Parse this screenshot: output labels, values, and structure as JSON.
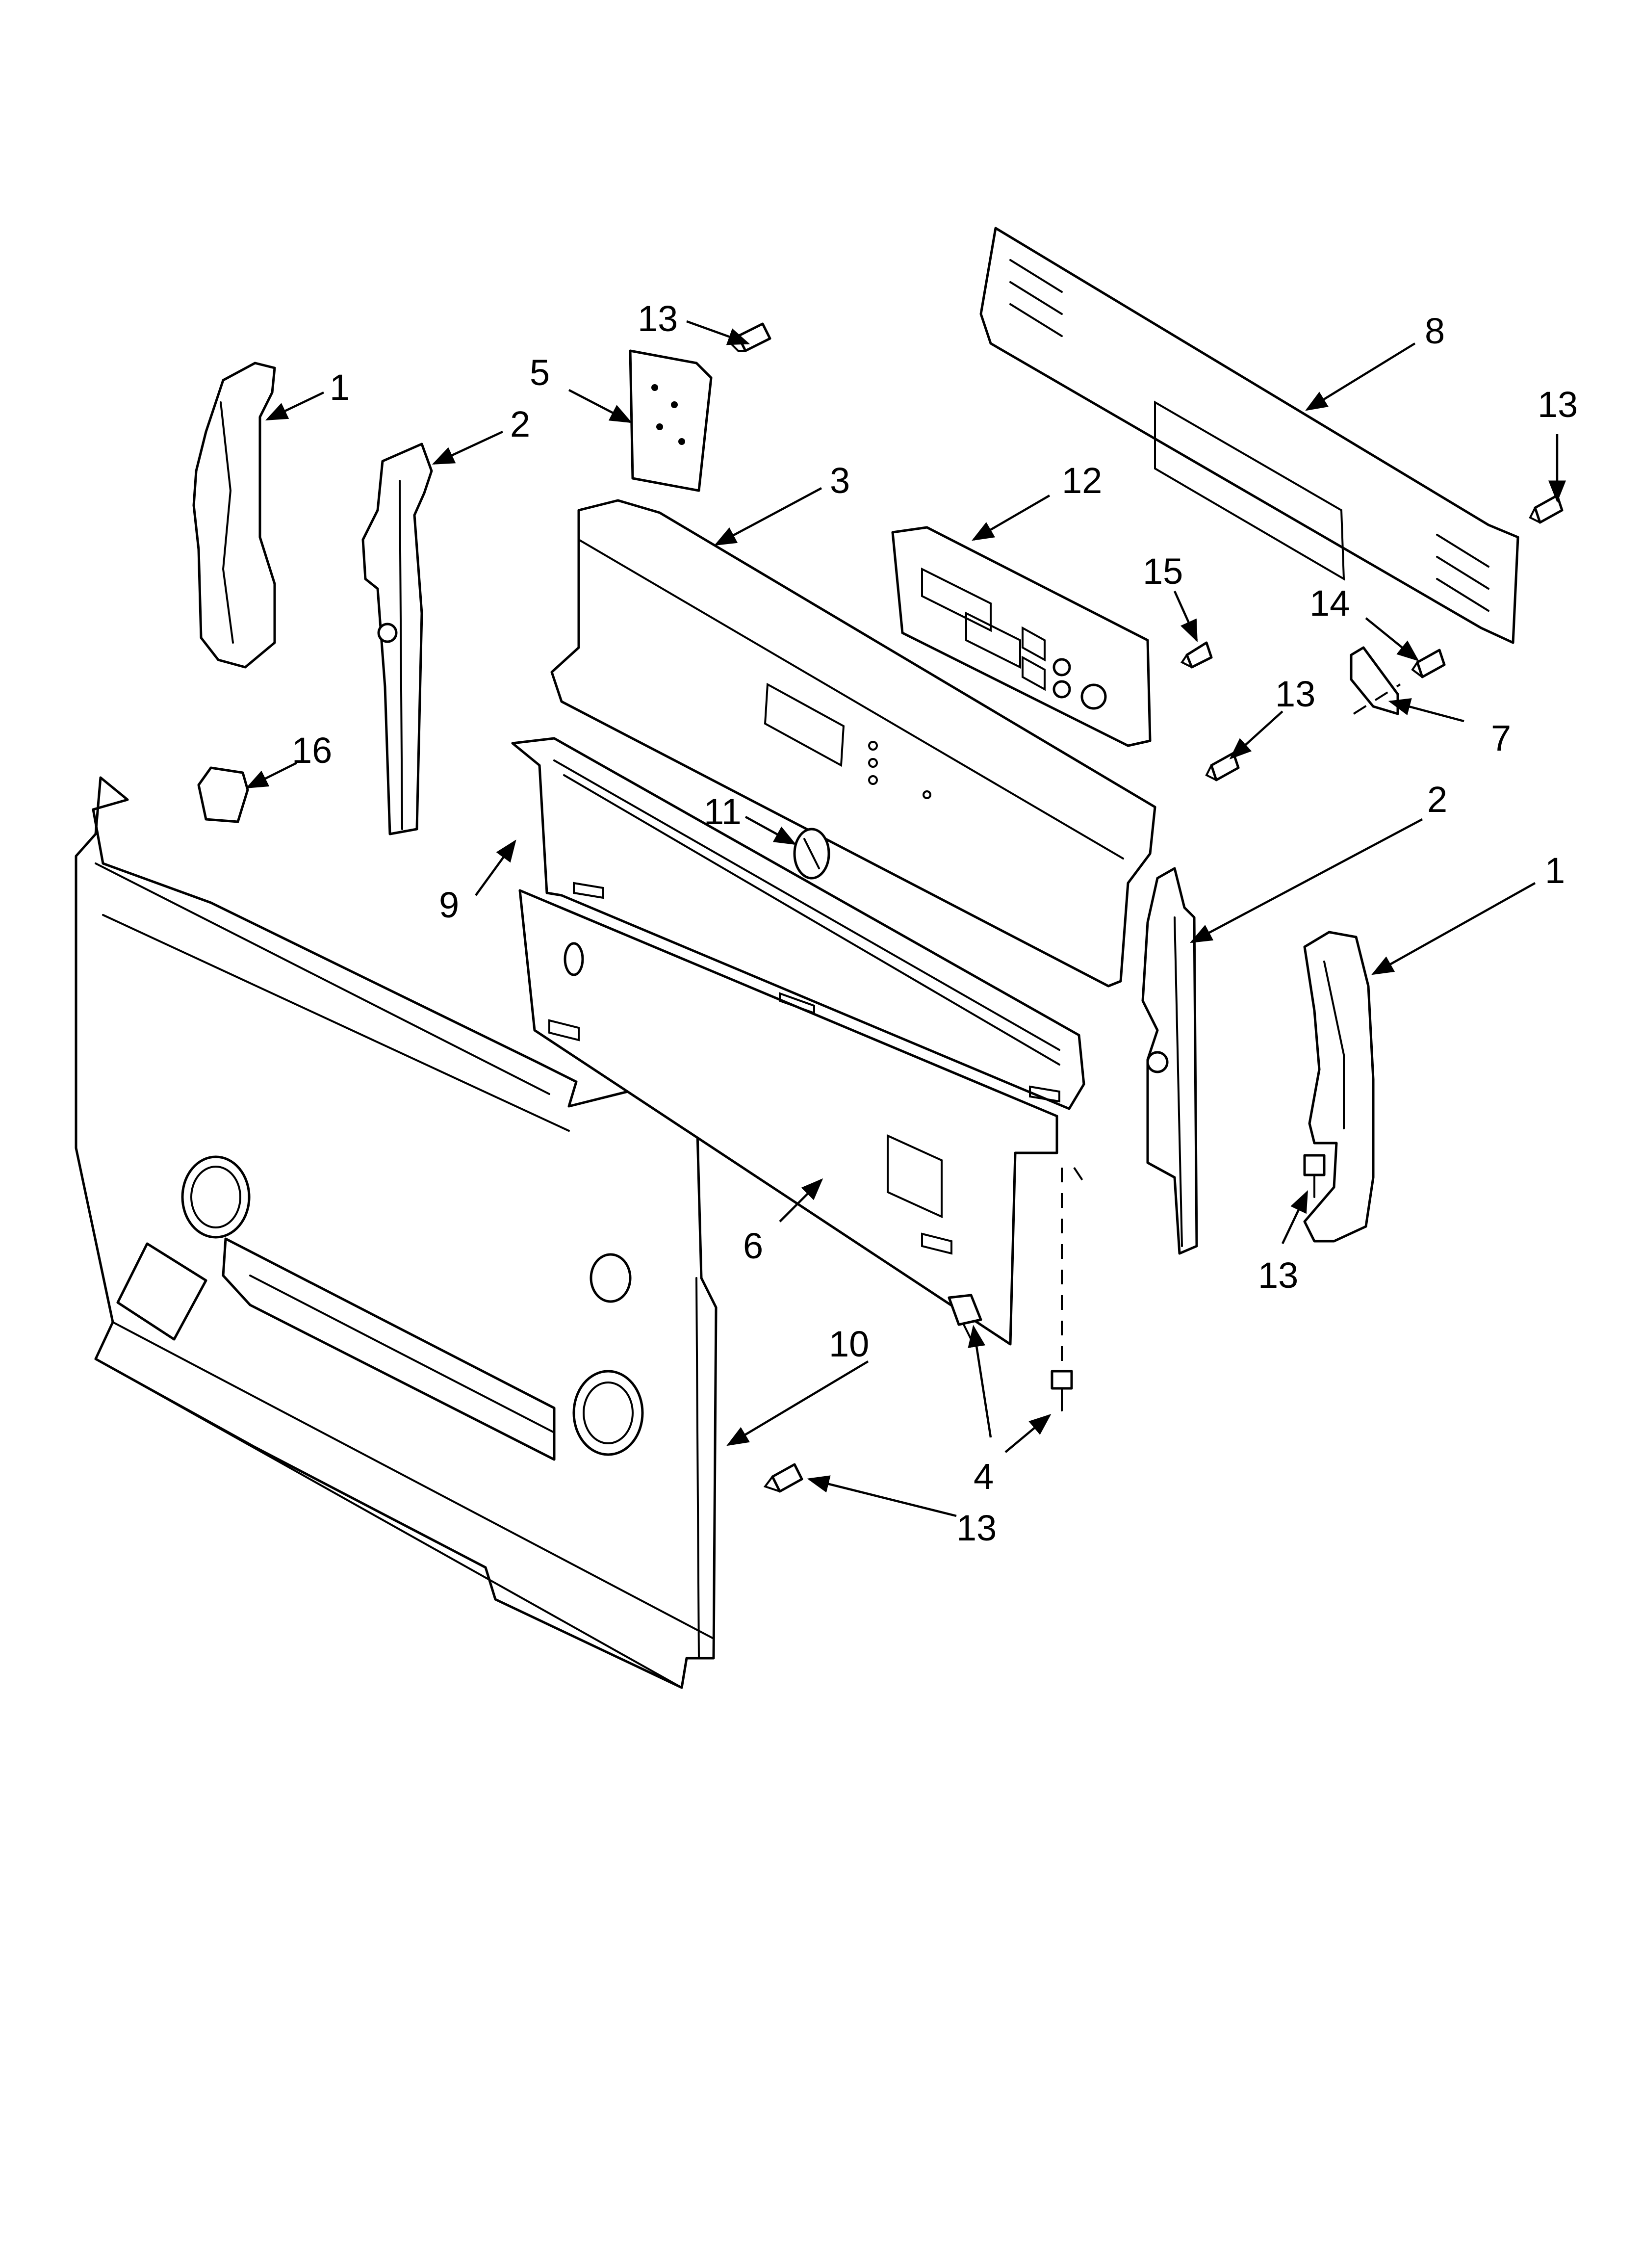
{
  "callouts": {
    "c1_left": "1",
    "c1_right": "1",
    "c2_left": "2",
    "c2_right": "2",
    "c3": "3",
    "c4": "4",
    "c5": "5",
    "c6": "6",
    "c7": "7",
    "c8": "8",
    "c9": "9",
    "c10": "10",
    "c11": "11",
    "c12": "12",
    "c13_top": "13",
    "c13_right": "13",
    "c13_mid": "13",
    "c13_lower_right": "13",
    "c13_bottom": "13",
    "c14": "14",
    "c15": "15",
    "c16": "16"
  }
}
